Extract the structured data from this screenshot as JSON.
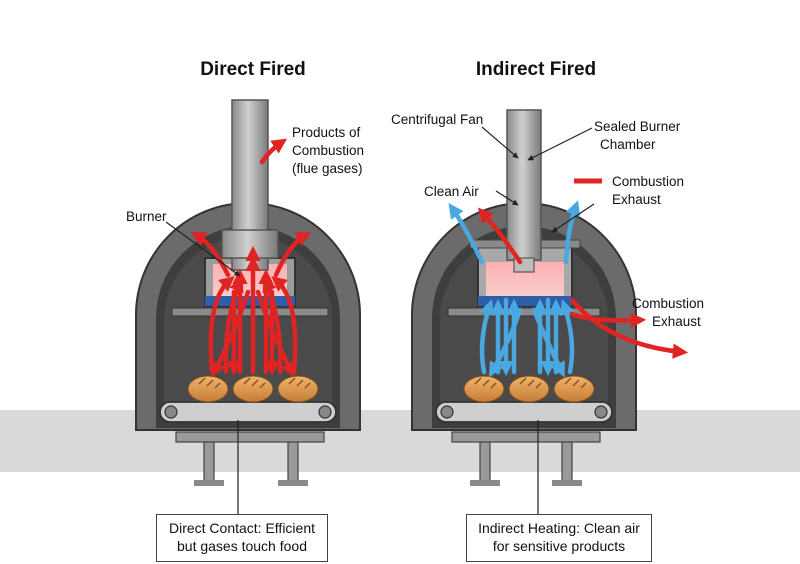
{
  "direct": {
    "title": "Direct Fired",
    "flue_label": [
      "Products of",
      "Combustion",
      "(flue gases)"
    ],
    "burner_label": "Burner",
    "caption": [
      "Direct Contact: Efficient",
      "but gases touch food"
    ]
  },
  "indirect": {
    "title": "Indirect Fired",
    "fan_label": "Centrifugal Fan",
    "chamber_label": [
      "Sealed Burner",
      "Chamber"
    ],
    "clean_air_label": "Clean Air",
    "legend_label": [
      "Combustion",
      "Exhaust"
    ],
    "exhaust_label": [
      "Combustion",
      "Exhaust"
    ],
    "caption": [
      "Indirect Heating: Clean air",
      "for sensitive products"
    ]
  },
  "colors": {
    "hot_air": "#e02424",
    "clean_air": "#4aa8e0",
    "oven_shell": "#6b6b6b",
    "oven_interior": "#3c3c3c",
    "floor": "#d9d9d9",
    "bread": "#d99a55"
  },
  "icons": [
    "bread-icon",
    "chimney-pipe-icon",
    "conveyor-icon",
    "arrow-icon"
  ]
}
